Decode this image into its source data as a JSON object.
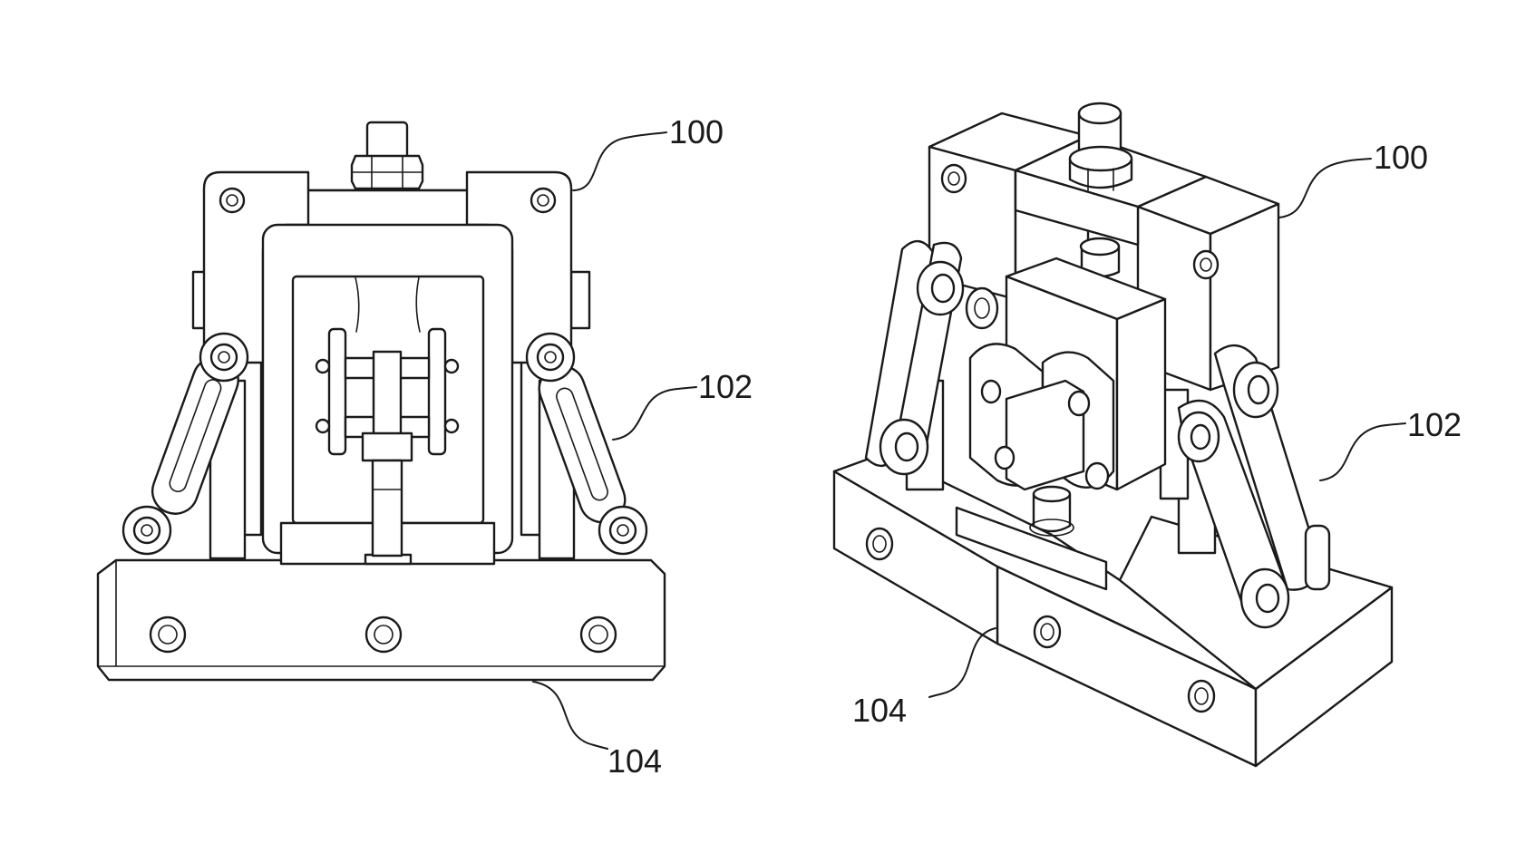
{
  "figure": {
    "views": [
      {
        "id": "front-view",
        "labels": {
          "housing": "100",
          "linkage": "102",
          "base": "104"
        }
      },
      {
        "id": "isometric-view",
        "labels": {
          "housing": "100",
          "linkage": "102",
          "base": "104"
        }
      }
    ]
  }
}
